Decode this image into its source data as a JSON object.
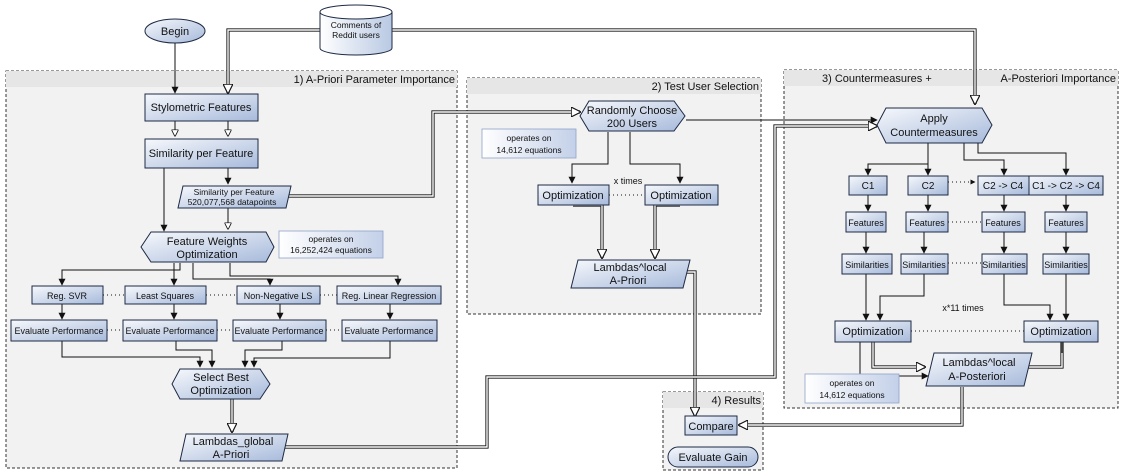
{
  "begin": "Begin",
  "database": [
    "Comments of",
    "Reddit users"
  ],
  "panels": {
    "p1": "1) A-Priori Parameter Importance",
    "p2": "2) Test User Selection",
    "p3a": "3) Countermeasures +",
    "p3b": "A-Posteriori Importance",
    "p4": "4) Results"
  },
  "p1": {
    "stylometric": "Stylometric Features",
    "similarity": "Similarity per Feature",
    "sim_data": [
      "Similarity per Feature",
      "520,077,568 datapoints"
    ],
    "fw_opt": [
      "Feature Weights",
      "Optimization"
    ],
    "fw_note": [
      "operates on",
      "16,252,424 equations"
    ],
    "methods": [
      "Reg. SVR",
      "Least Squares",
      "Non-Negative LS",
      "Reg. Linear Regression"
    ],
    "evaluate": "Evaluate Performance",
    "select": [
      "Select Best",
      "Optimization"
    ],
    "lambdas": [
      "Lambdas_global",
      "A-Priori"
    ]
  },
  "p2": {
    "choose": [
      "Randomly Choose",
      "200 Users"
    ],
    "note": [
      "operates on",
      "14,612 equations"
    ],
    "times": "x times",
    "opt": "Optimization",
    "lambdas": [
      "Lambdas^local",
      "A-Priori"
    ]
  },
  "p3": {
    "apply": [
      "Apply",
      "Countermeasures"
    ],
    "cms": [
      "C1",
      "C2",
      "C2 -> C4",
      "C1 -> C2 -> C4"
    ],
    "features": "Features",
    "similarities": "Similarities",
    "times": "x*11 times",
    "opt": "Optimization",
    "note": [
      "operates on",
      "14,612 equations"
    ],
    "lambdas": [
      "Lambdas^local",
      "A-Posteriori"
    ]
  },
  "p4": {
    "compare": "Compare",
    "gain": "Evaluate Gain"
  },
  "colors": {
    "box_top": "#f4f7fc",
    "box_bottom": "#a9bcdc",
    "stroke": "#1d2a44",
    "panel_bg": "#f2f2f2"
  }
}
